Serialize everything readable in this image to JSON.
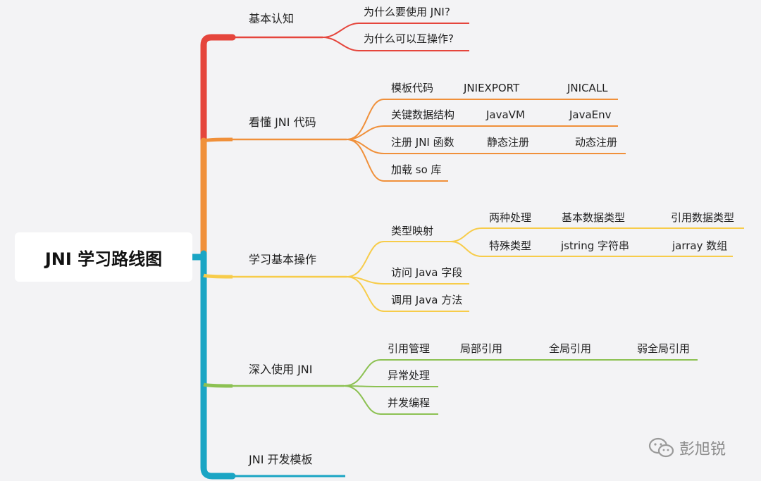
{
  "root": {
    "label": "JNI 学习路线图"
  },
  "colors": {
    "red": "#e5453c",
    "orange": "#f0903a",
    "yellow": "#f7cc4a",
    "green": "#8cc152",
    "teal": "#1aa5c4"
  },
  "branches": [
    {
      "label": "基本认知",
      "children": [
        {
          "label": "为什么要使用 JNI?"
        },
        {
          "label": "为什么可以互操作?"
        }
      ]
    },
    {
      "label": "看懂 JNI 代码",
      "children": [
        {
          "label": "模板代码",
          "items": [
            "JNIEXPORT",
            "JNICALL"
          ]
        },
        {
          "label": "关键数据结构",
          "items": [
            "JavaVM",
            "JavaEnv"
          ]
        },
        {
          "label": "注册 JNI 函数",
          "items": [
            "静态注册",
            "动态注册"
          ]
        },
        {
          "label": "加载 so 库"
        }
      ]
    },
    {
      "label": "学习基本操作",
      "children": [
        {
          "label": "类型映射",
          "rows": [
            {
              "label": "两种处理",
              "items": [
                "基本数据类型",
                "引用数据类型"
              ]
            },
            {
              "label": "特殊类型",
              "items": [
                "jstring 字符串",
                "jarray 数组"
              ]
            }
          ]
        },
        {
          "label": "访问 Java 字段"
        },
        {
          "label": "调用 Java 方法"
        }
      ]
    },
    {
      "label": "深入使用 JNI",
      "children": [
        {
          "label": "引用管理",
          "items": [
            "局部引用",
            "全局引用",
            "弱全局引用"
          ]
        },
        {
          "label": "异常处理"
        },
        {
          "label": "并发编程"
        }
      ]
    },
    {
      "label": "JNI 开发模板"
    }
  ],
  "watermark": {
    "text": "彭旭锐",
    "icon": "wechat-icon"
  }
}
